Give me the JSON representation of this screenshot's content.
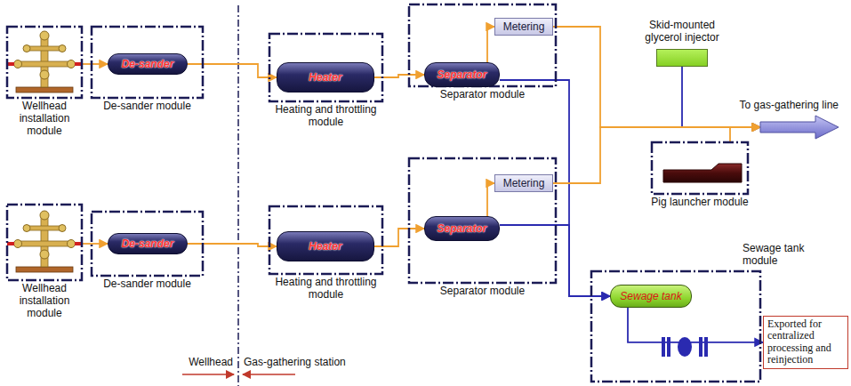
{
  "diagram": {
    "nodes": [
      {
        "text": [
          "Wellhead installation module"
        ]
      },
      {
        "text": [
          "De-sander module"
        ]
      },
      {
        "text": [
          "De-sander"
        ],
        "in": 1
      },
      {
        "text": [
          "Heating and throttling module"
        ]
      },
      {
        "text": [
          "Heater"
        ],
        "in": 3
      },
      {
        "text": [
          "Separator module"
        ]
      },
      {
        "text": [
          "Separator"
        ],
        "in": 5
      },
      {
        "text": [
          "Metering"
        ],
        "in": 5
      },
      {
        "text": [
          "Skid-mounted glycerol injector"
        ]
      },
      {
        "text": [
          "Pig launcher module"
        ]
      },
      {
        "text": [
          "To gas-gathering line"
        ]
      },
      {
        "text": [
          "Wellhead installation module"
        ]
      },
      {
        "text": [
          "De-sander module"
        ]
      },
      {
        "text": [
          "De-sander"
        ],
        "in": 12
      },
      {
        "text": [
          "Heating and throttling module"
        ]
      },
      {
        "text": [
          "Heater"
        ],
        "in": 14
      },
      {
        "text": [
          "Separator module"
        ]
      },
      {
        "text": [
          "Separator"
        ],
        "in": 16
      },
      {
        "text": [
          "Metering"
        ],
        "in": 16
      },
      {
        "text": [
          "Sewage tank module"
        ]
      },
      {
        "text": [
          "Sewage tank"
        ],
        "in": 19
      },
      {
        "text": [
          "Exported for centralized processing and reinjection"
        ]
      }
    ],
    "edges": [
      {
        "from": 0,
        "to": 2,
        "arrow": "to"
      },
      {
        "from": 2,
        "to": 4,
        "arrow": "to"
      },
      {
        "from": 4,
        "to": 6,
        "arrow": "to"
      },
      {
        "from": 6,
        "to": 7,
        "arrow": "to"
      },
      {
        "from": 7,
        "to": 10,
        "arrow": "to"
      },
      {
        "from": 6,
        "to": 20,
        "arrow": "to"
      },
      {
        "from": 8,
        "to": 10,
        "arrow": "to"
      },
      {
        "from": 9,
        "to": 10,
        "arrow": "to"
      },
      {
        "from": 11,
        "to": 13,
        "arrow": "to"
      },
      {
        "from": 13,
        "to": 15,
        "arrow": "to"
      },
      {
        "from": 15,
        "to": 17,
        "arrow": "to"
      },
      {
        "from": 17,
        "to": 18,
        "arrow": "to"
      },
      {
        "from": 18,
        "to": 10,
        "arrow": "to"
      },
      {
        "from": 17,
        "to": 20,
        "arrow": "to"
      },
      {
        "from": 20,
        "to": 21,
        "arrow": "to"
      }
    ],
    "labels": [
      "Wellhead",
      "Gas-gathering station"
    ]
  }
}
